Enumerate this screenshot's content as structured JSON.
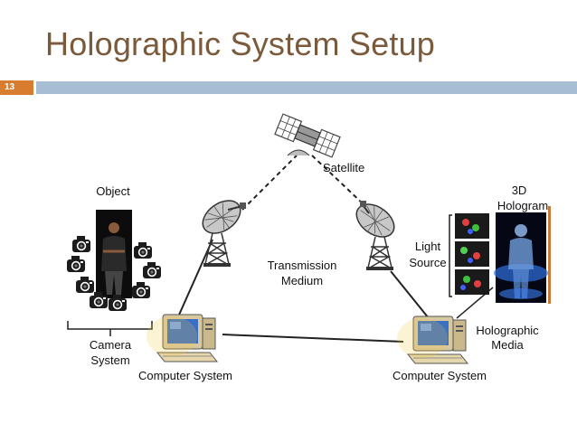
{
  "slide": {
    "title": "Holographic System Setup",
    "number": "13"
  },
  "colors": {
    "title": "#7b5a3c",
    "bar": "#a7bdd3",
    "badge": "#d87d2f"
  },
  "diagram": {
    "satellite": "Satellite",
    "object": "Object",
    "camera_system": [
      "Camera",
      "System"
    ],
    "transmission_medium": [
      "Transmission",
      "Medium"
    ],
    "light_source": [
      "Light",
      "Source"
    ],
    "hologram_3d": [
      "3D",
      "Hologram"
    ],
    "holographic_media": [
      "Holographic",
      "Media"
    ],
    "computer_left": "Computer System",
    "computer_right": "Computer System"
  }
}
